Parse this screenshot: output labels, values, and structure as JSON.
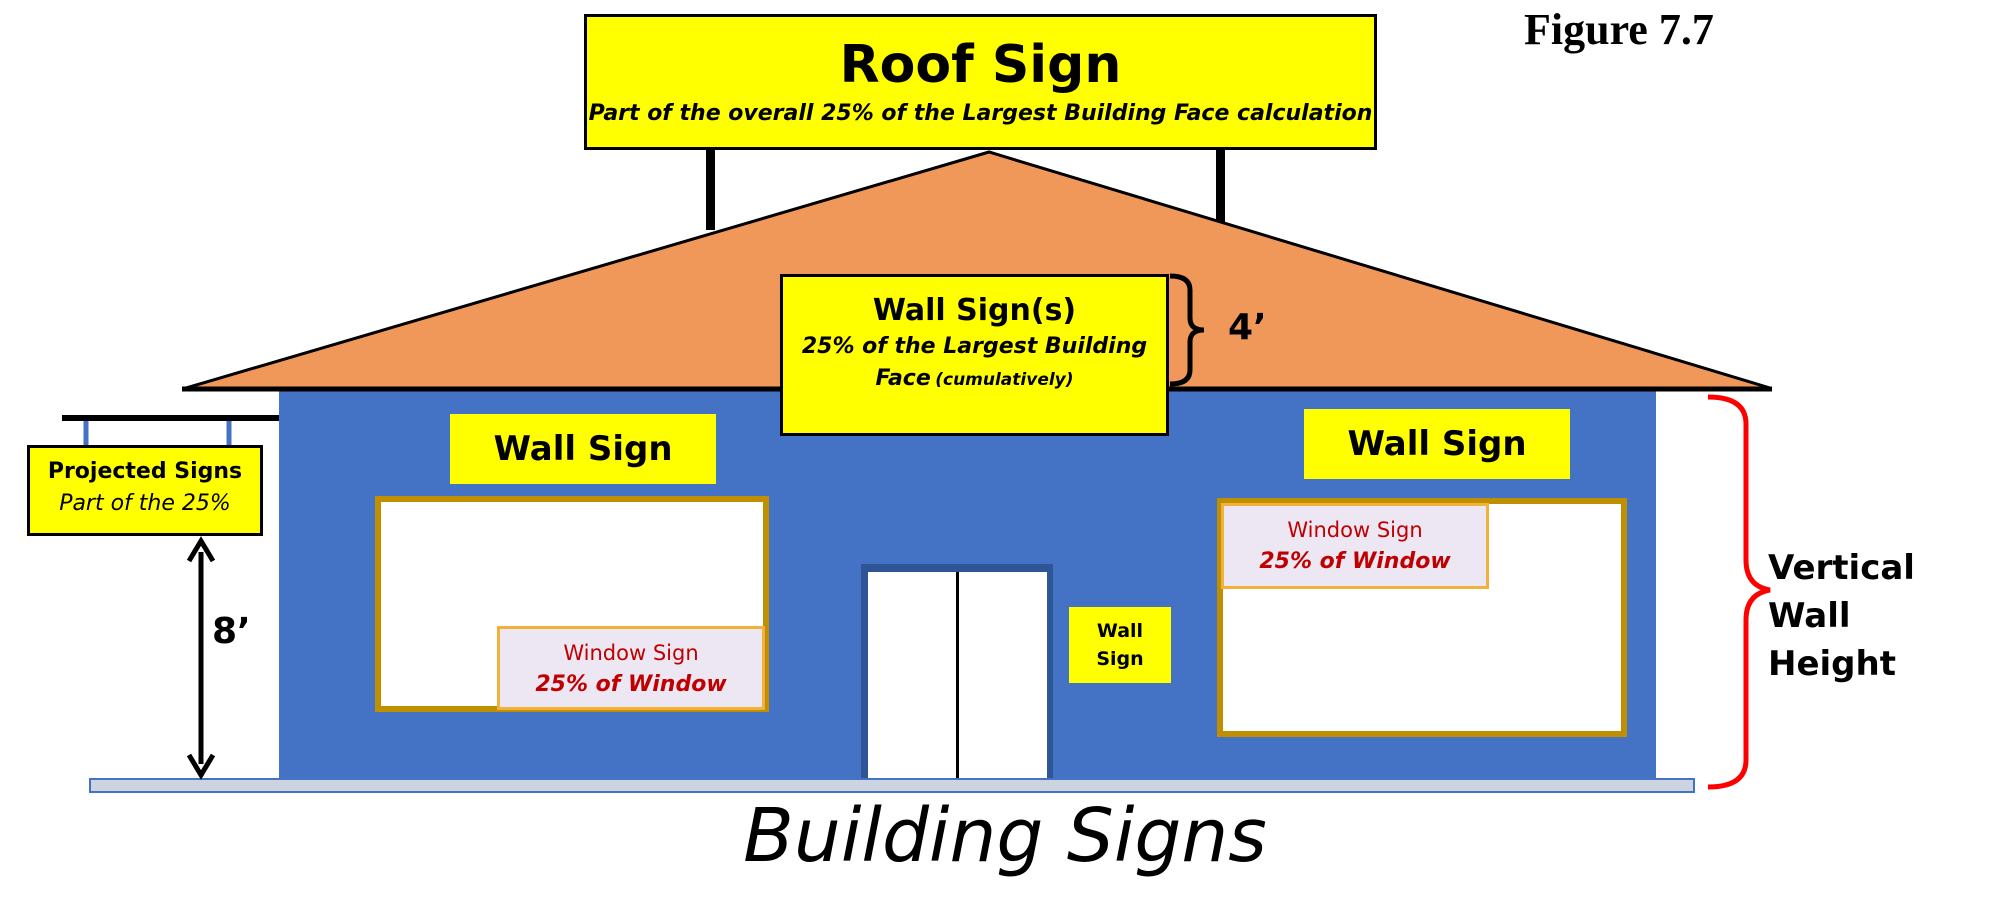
{
  "figure_label": "Figure 7.7",
  "roof_sign": {
    "title": "Roof Sign",
    "subtitle": "Part of the overall 25% of the Largest Building Face calculation"
  },
  "wall_signs_main": {
    "title": "Wall Sign(s)",
    "line1": "25% of the Largest Building",
    "line2": "Face",
    "line2_note": "(cumulatively)"
  },
  "height_4ft": "4’",
  "wall_sign_left": "Wall Sign",
  "wall_sign_right": "Wall Sign",
  "wall_sign_small": {
    "line1": "Wall",
    "line2": "Sign"
  },
  "projected_signs": {
    "title": "Projected Signs",
    "subtitle": "Part of the 25%"
  },
  "height_8ft": "8’",
  "window_sign_left": {
    "title": "Window Sign",
    "subtitle": "25% of Window"
  },
  "window_sign_right": {
    "title": "Window Sign",
    "subtitle": "25% of Window"
  },
  "vertical_wall_height": {
    "line1": "Vertical Wall",
    "line2": "Height"
  },
  "caption": "Building Signs",
  "colors": {
    "wall": "#4472c4",
    "roof": "#f0985a",
    "sign": "#ffff00",
    "window_frame": "#bf8f00",
    "window_sign_border": "#f2b13a",
    "window_sign_text": "#c00000",
    "bracket_red": "#ff0000",
    "ground": "#cdd4df"
  }
}
